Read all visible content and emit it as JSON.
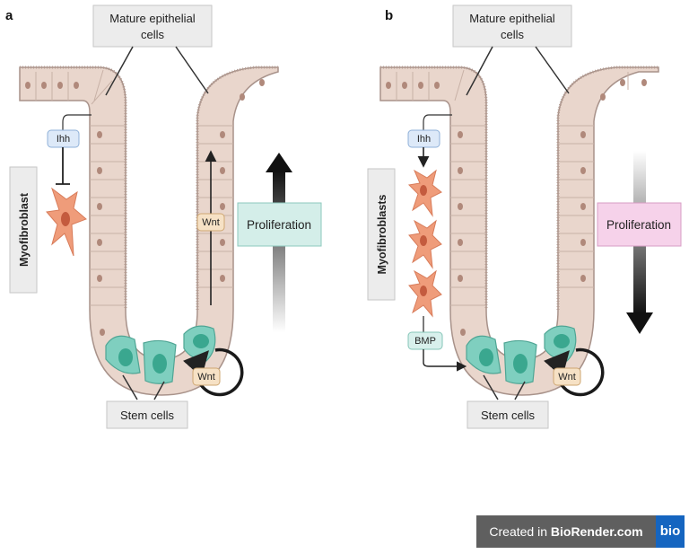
{
  "panels": {
    "a": {
      "letter": "a",
      "top_label_line1": "Mature epithelial",
      "top_label_line2": "cells",
      "ligand": "Ihh",
      "side_label": "Myofibroblast",
      "wnt_upper": "Wnt",
      "wnt_lower": "Wnt",
      "proliferation": "Proliferation",
      "stem_cells": "Stem cells"
    },
    "b": {
      "letter": "b",
      "top_label_line1": "Mature epithelial",
      "top_label_line2": "cells",
      "ligand": "Ihh",
      "side_label": "Myofibroblasts",
      "bmp": "BMP",
      "wnt_lower": "Wnt",
      "proliferation": "Proliferation",
      "stem_cells": "Stem cells"
    }
  },
  "badge": {
    "prefix": "Created in ",
    "brand": "BioRender.com",
    "logo": "bio"
  },
  "colors": {
    "epithelium": "#e9d6cc",
    "epithelium_edge": "#a8928a",
    "nucleus": "#b0897b",
    "stem_cell": "#7fcfbf",
    "stem_nucleus": "#3aa78f",
    "myofibroblast": "#ef9c7a",
    "prolif_up_box": "#d4eee9",
    "prolif_down_box": "#f6d2ea",
    "wnt_box": "#f6e1c5",
    "ihh_box": "#dde9f8",
    "bmp_box": "#d8f0ec",
    "label_box": "#ececec"
  }
}
